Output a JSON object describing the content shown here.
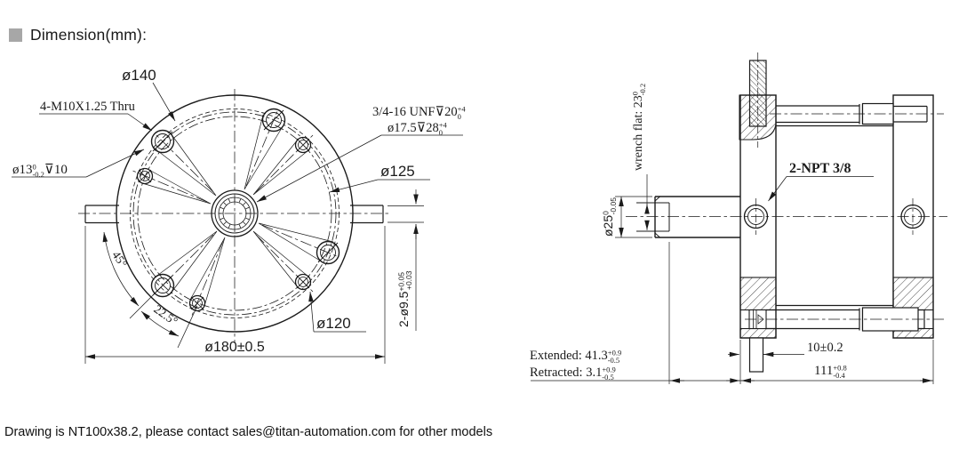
{
  "header": {
    "title": "Dimension(mm):"
  },
  "footer": {
    "note": "Drawing is NT100x38.2, please contact sales@titan-automation.com for other models"
  },
  "front_view": {
    "bolt_circle_140": "ø140",
    "thread_callout": "4-M10X1.25 Thru",
    "cbore": {
      "main": "ø13",
      "sup": "0",
      "sub": "-0.2",
      "depth": "⊽10"
    },
    "port_thread": {
      "main": "3/4-16 UNF⊽20",
      "sup": "+4",
      "sub": "0"
    },
    "port_pilot": {
      "main": "ø17.5⊽28",
      "sup": "+4",
      "sub": "0"
    },
    "circle_125": "ø125",
    "bolt_circle_120": "ø120",
    "outer_dia": "ø180±0.5",
    "angle_45": "45°",
    "angle_225": "22.5°",
    "pin_holes": {
      "main": "2-ø9.5",
      "sup": "+0.05",
      "sub": "+0.03"
    }
  },
  "side_view": {
    "wrench_flat": {
      "main": "wrench flat: 23",
      "sup": "0",
      "sub": "-0.2"
    },
    "ports": "2-NPT 3/8",
    "rod_dia": {
      "main": "ø25",
      "sup": "0",
      "sub": "-0.05"
    },
    "extended": {
      "main": "Extended: 41.3",
      "sup": "+0.9",
      "sub": "-0.5"
    },
    "retracted": {
      "main": "Retracted: 3.1",
      "sup": "+0.9",
      "sub": "-0.5"
    },
    "pin_offset": "10±0.2",
    "body_length": {
      "main": "111",
      "sup": "+0.8",
      "sub": "-0.4"
    }
  }
}
